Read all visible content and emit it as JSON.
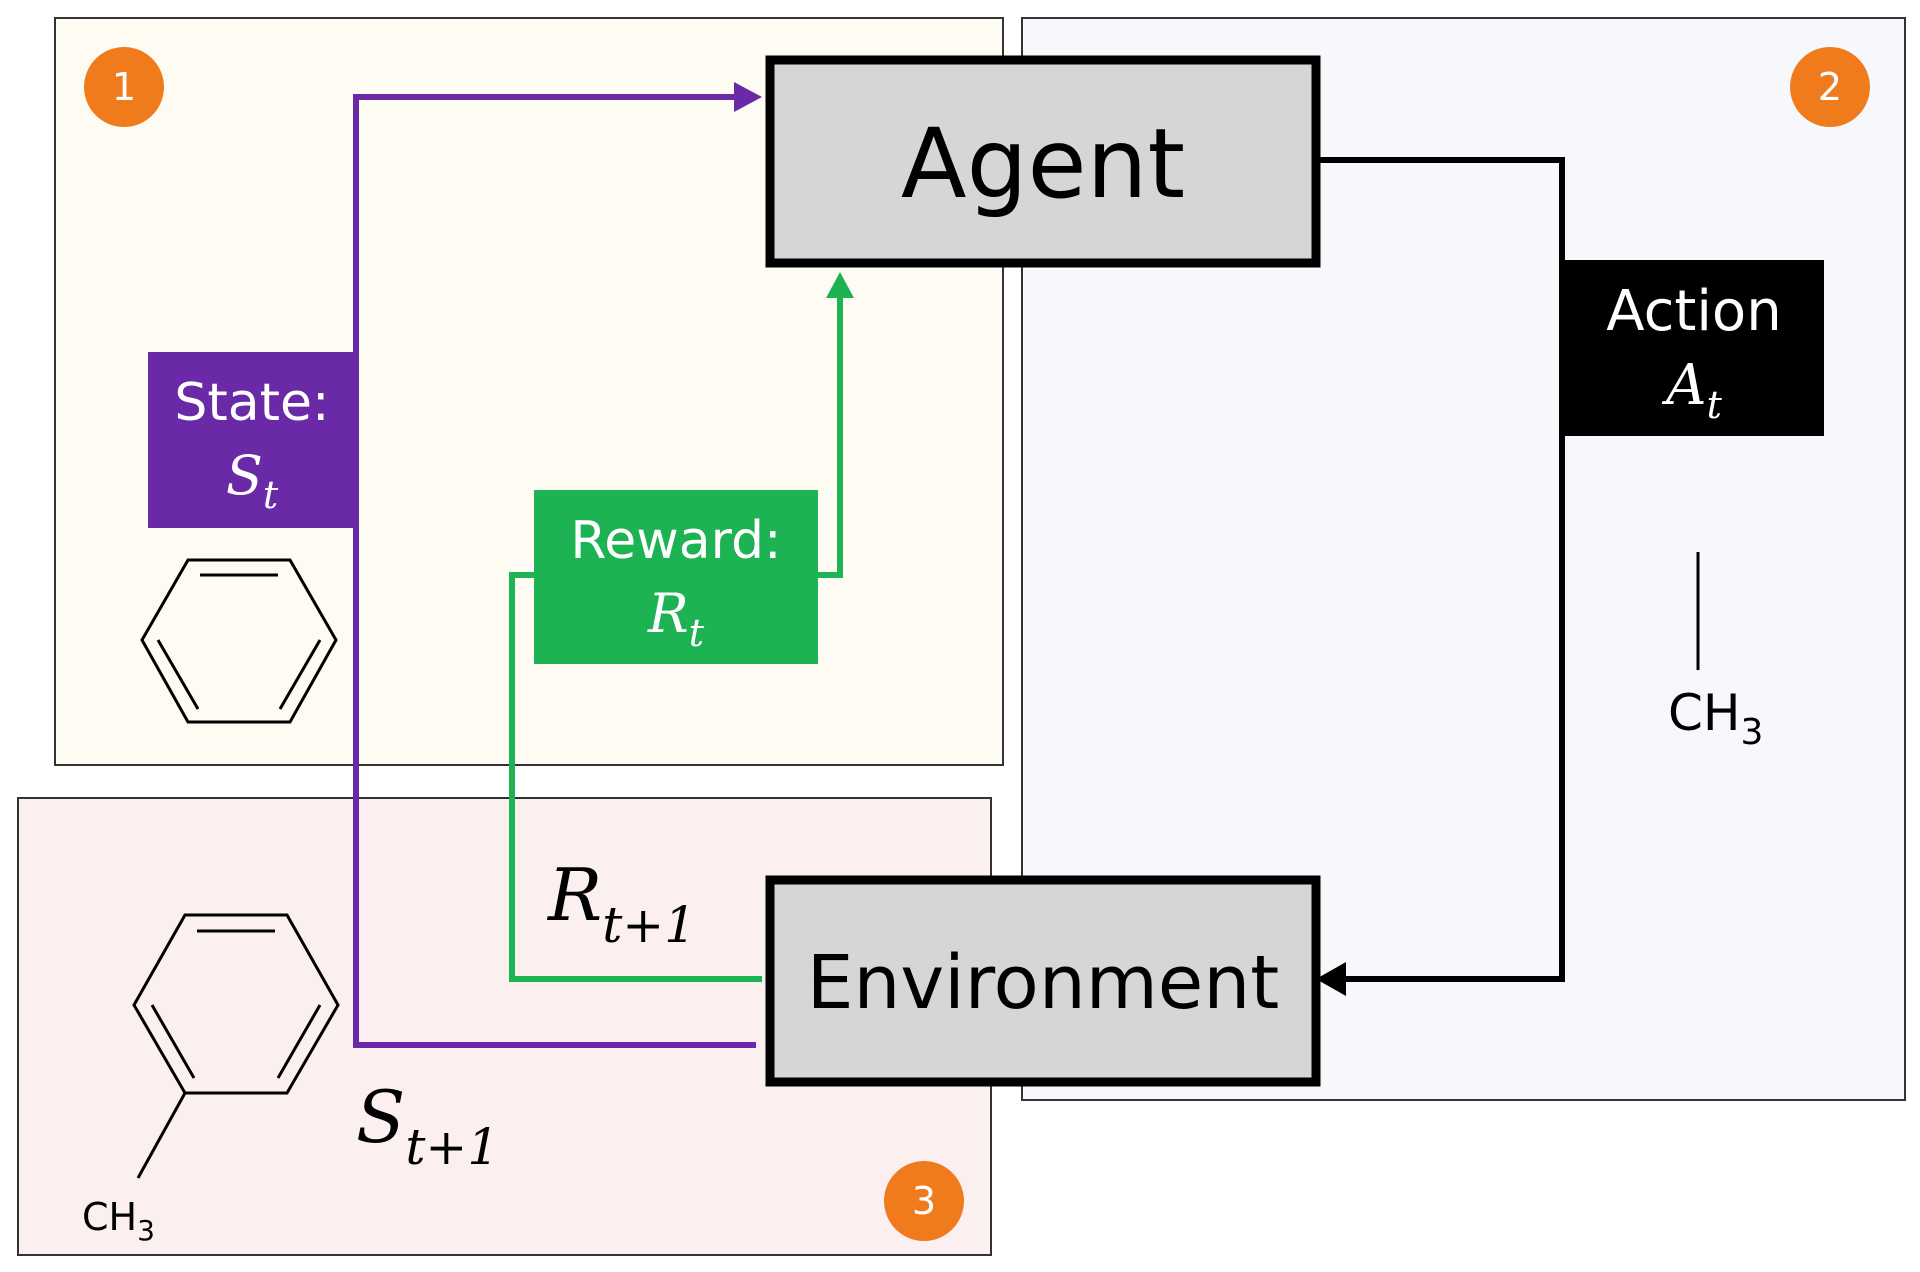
{
  "badges": {
    "one": "1",
    "two": "2",
    "three": "3"
  },
  "agent": {
    "label": "Agent"
  },
  "environment": {
    "label": "Environment"
  },
  "state": {
    "label": "State:",
    "symbol": "S",
    "subscript": "t"
  },
  "reward": {
    "label": "Reward:",
    "symbol": "R",
    "subscript": "t"
  },
  "action": {
    "label": "Action",
    "symbol": "A",
    "subscript": "t"
  },
  "next_reward": {
    "symbol": "R",
    "subscript": "t+1"
  },
  "next_state": {
    "symbol": "S",
    "subscript": "t+1"
  },
  "methyl_action": {
    "text": "CH",
    "sub": "3"
  },
  "methyl_toluene": {
    "text": "CH",
    "sub": "3"
  },
  "colors": {
    "panel1_fill": "#fdfbf2",
    "panel2_fill": "#f6f8fc",
    "panel3_fill": "#fcefef",
    "badge": "#f07b1d",
    "state": "#6a2aa8",
    "reward": "#1db352",
    "action": "#000000",
    "box_fill": "#d6d6d6"
  }
}
